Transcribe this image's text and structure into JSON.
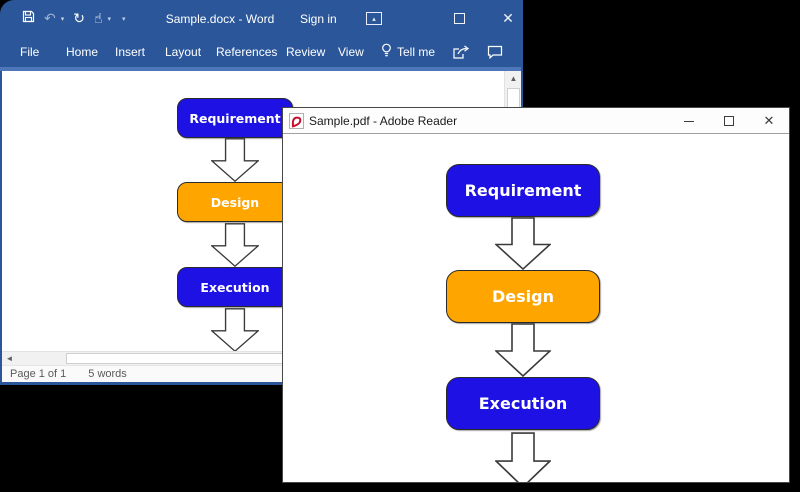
{
  "colors": {
    "word_chrome": "#2b579a",
    "ribbon_strip": "#4d77b8",
    "node_blue": "#1e11e3",
    "node_orange": "#ffa500",
    "arrow_fill": "#ffffff",
    "arrow_outline": "#3a3a3a"
  },
  "word": {
    "title": "Sample.docx - Word",
    "sign_in": "Sign in",
    "tabs": [
      "File",
      "Home",
      "Insert",
      "Layout",
      "References",
      "Review",
      "View"
    ],
    "tell_me": "Tell me",
    "status_page": "Page 1 of 1",
    "status_words": "5 words"
  },
  "pdf": {
    "title": "Sample.pdf - Adobe Reader"
  },
  "flowchart": {
    "nodes": [
      {
        "label": "Requirement",
        "color": "#1e11e3"
      },
      {
        "label": "Design",
        "color": "#ffa500"
      },
      {
        "label": "Execution",
        "color": "#1e11e3"
      }
    ]
  }
}
